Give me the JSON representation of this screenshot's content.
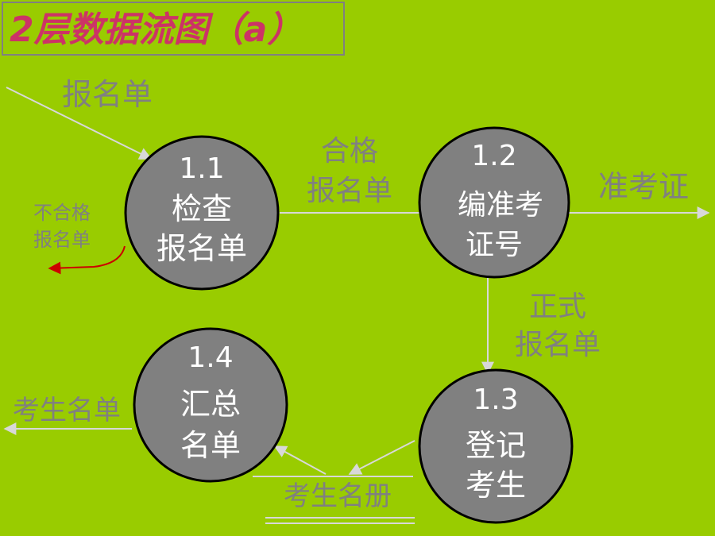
{
  "title": "2层数据流图（a）",
  "colors": {
    "background": "#99cc00",
    "title": "#cc3366",
    "node_fill": "#808080",
    "node_stroke": "#000000",
    "node_text": "#ffffff",
    "flow_line": "#d8d8d8",
    "label": "#808080",
    "reject_arrow": "#cc0000"
  },
  "nodes": [
    {
      "id": "1.1",
      "number": "1.1",
      "lines": [
        "检查",
        "报名单"
      ]
    },
    {
      "id": "1.2",
      "number": "1.2",
      "lines": [
        "编准考",
        "证号"
      ]
    },
    {
      "id": "1.3",
      "number": "1.3",
      "lines": [
        "登记",
        "考生"
      ]
    },
    {
      "id": "1.4",
      "number": "1.4",
      "lines": [
        "汇总",
        "名单"
      ]
    }
  ],
  "flows": {
    "input": "报名单",
    "qualified": [
      "合格",
      "报名单"
    ],
    "unqualified": [
      "不合格",
      "报名单"
    ],
    "output_ticket": "准考证",
    "formal": [
      "正式",
      "报名单"
    ],
    "output_list": "考生名单"
  },
  "datastore": {
    "label": "考生名册"
  }
}
